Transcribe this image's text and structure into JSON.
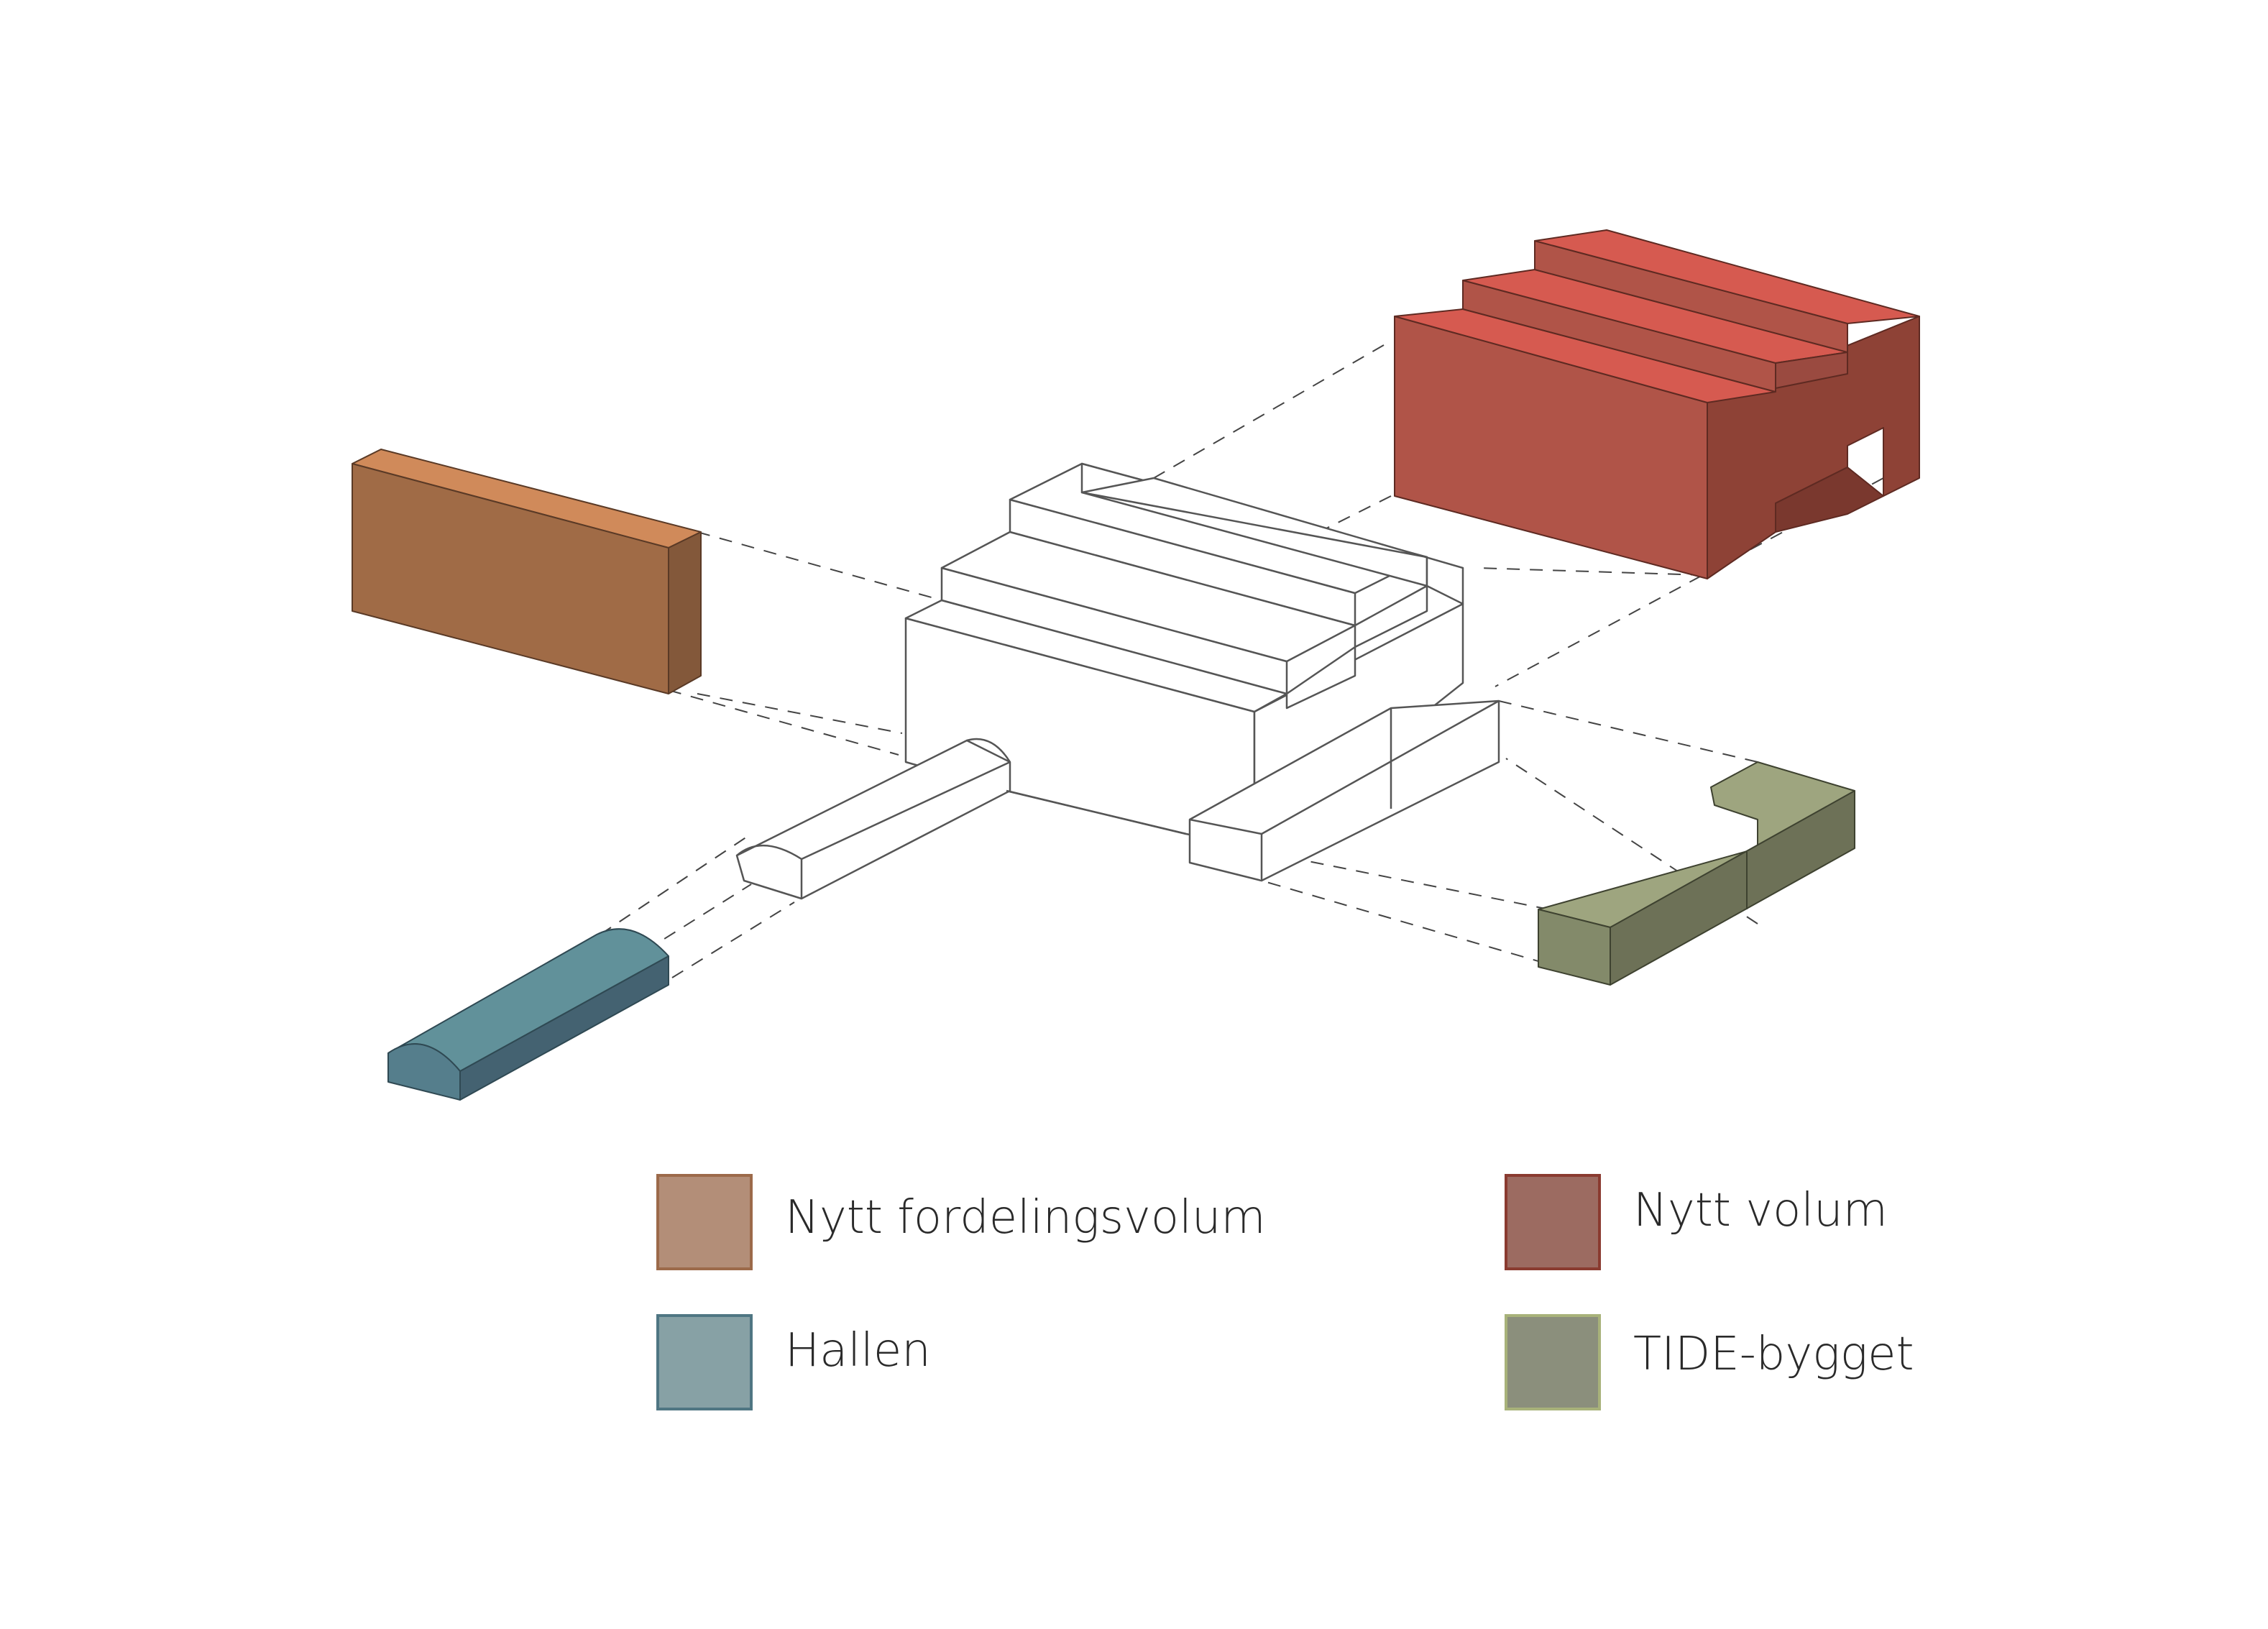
{
  "legend": {
    "items": [
      {
        "label": "Nytt fordelingsvolum",
        "fill": "#b38e78",
        "stroke": "#9c6a4a"
      },
      {
        "label": "Nytt volum",
        "fill": "#9c6b61",
        "stroke": "#8a3b30"
      },
      {
        "label": "Hallen",
        "fill": "#87a1a5",
        "stroke": "#4f7683"
      },
      {
        "label": "TIDE-bygget",
        "fill": "#8b8f7c",
        "stroke": "#a8b27a"
      }
    ]
  },
  "colors": {
    "orange_top": "#d08a5a",
    "orange_front": "#a06b46",
    "orange_side": "#83583a",
    "red_top": "#d65a50",
    "red_front": "#b05448",
    "red_side": "#8e4236",
    "teal_top": "#61919a",
    "teal_front": "#557e8c",
    "teal_side": "#446271",
    "green_top": "#9ea57f",
    "green_front": "#838a6a",
    "green_side": "#6d7157",
    "outline": "#555555",
    "dash": "#444444"
  }
}
